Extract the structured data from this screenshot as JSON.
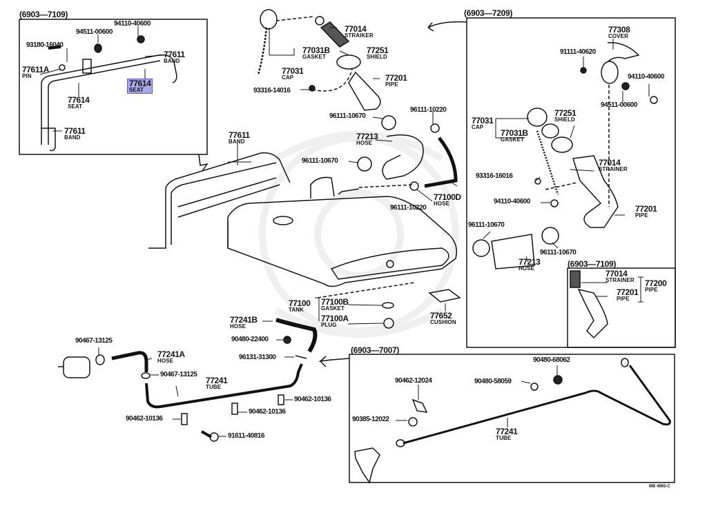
{
  "diagram": {
    "type": "exploded parts diagram",
    "subject": "Fuel tank, filler pipe and fuel tube assembly",
    "highlight_color": "#a9a9e6",
    "footer_code": "MB 4965-C"
  },
  "frames": {
    "top_left": "(6903—7109)",
    "top_right": "(6903—7209)",
    "inset_pipe": "(6903—7109)",
    "bottom_tube": "(6903—7007)"
  },
  "labels": {
    "tl_94110_40600": {
      "pn": "94110-40600"
    },
    "tl_94511_00600": {
      "pn": "94511-00600"
    },
    "tl_93180_16040": {
      "pn": "93180-16040"
    },
    "tl_77611_top": {
      "pn": "77611",
      "name": "BAND"
    },
    "tl_77611a": {
      "pn": "77611A",
      "name": "PIN"
    },
    "tl_77614_hl": {
      "pn": "77614",
      "name": "SEAT"
    },
    "tl_77614": {
      "pn": "77614",
      "name": "SEAT"
    },
    "tl_77611_bottom": {
      "pn": "77611",
      "name": "BAND"
    },
    "c_77014": {
      "pn": "77014",
      "name": "STRAIKER"
    },
    "c_77031b": {
      "pn": "77031B",
      "name": "GASKET"
    },
    "c_77251": {
      "pn": "77251",
      "name": "SHIELD"
    },
    "c_77031": {
      "pn": "77031",
      "name": "CAP"
    },
    "c_77201": {
      "pn": "77201",
      "name": "PIPE"
    },
    "c_93316_14016": {
      "pn": "93316-14016"
    },
    "c_96111_10670_a": {
      "pn": "96111-10670"
    },
    "c_96111_10220_a": {
      "pn": "96111-10220"
    },
    "c_77213": {
      "pn": "77213",
      "name": "HOSE"
    },
    "c_96111_10670_b": {
      "pn": "96111-10670"
    },
    "c_77100d": {
      "pn": "77100D",
      "name": "HOSE"
    },
    "c_96111_10220_b": {
      "pn": "96111-10220"
    },
    "c_77611_band": {
      "pn": "77611",
      "name": "BAND"
    },
    "t_77100": {
      "pn": "77100",
      "name": "TANK"
    },
    "t_77100b": {
      "pn": "77100B",
      "name": "GASKET"
    },
    "t_77100a": {
      "pn": "77100A",
      "name": "PLUG"
    },
    "t_77652": {
      "pn": "77652",
      "name": "CUSHION"
    },
    "t_77241b": {
      "pn": "77241B",
      "name": "HOSE"
    },
    "t_90480_22400": {
      "pn": "90480-22400"
    },
    "t_96131_31300": {
      "pn": "96131-31300"
    },
    "bl_90467_13125_a": {
      "pn": "90467-13125"
    },
    "bl_77241a": {
      "pn": "77241A",
      "name": "HOSE"
    },
    "bl_90467_13125_b": {
      "pn": "90467-13125"
    },
    "bl_77241": {
      "pn": "77241",
      "name": "TUBE"
    },
    "bl_90462_10136_a": {
      "pn": "90462-10136"
    },
    "bl_90462_10136_b": {
      "pn": "90462-10136"
    },
    "bl_90462_10136_c": {
      "pn": "90462-10136"
    },
    "bl_91611_40816": {
      "pn": "91611-40816"
    },
    "tr_77308": {
      "pn": "77308",
      "name": "COVER"
    },
    "tr_91111_40620": {
      "pn": "91111-40620"
    },
    "tr_94110_40600_a": {
      "pn": "94110-40600"
    },
    "tr_94511_00600": {
      "pn": "94511-00600"
    },
    "tr_77031": {
      "pn": "77031",
      "name": "CAP"
    },
    "tr_77031b": {
      "pn": "77031B",
      "name": "GASKET"
    },
    "tr_77251": {
      "pn": "77251",
      "name": "SHIELD"
    },
    "tr_77014": {
      "pn": "77014",
      "name": "STRAINER"
    },
    "tr_93316_16016": {
      "pn": "93316-16016"
    },
    "tr_94110_40600_b": {
      "pn": "94110-40600"
    },
    "tr_77201": {
      "pn": "77201",
      "name": "PIPE"
    },
    "tr_96111_10670_a": {
      "pn": "96111-10670"
    },
    "tr_96111_10670_b": {
      "pn": "96111-10670"
    },
    "tr_77213": {
      "pn": "77213",
      "name": "HOSE"
    },
    "in_77014": {
      "pn": "77014",
      "name": "STRAINER"
    },
    "in_77201": {
      "pn": "77201",
      "name": "PIPE"
    },
    "in_77200": {
      "pn": "77200",
      "name": "PIPE"
    },
    "bt_90480_68062": {
      "pn": "90480-68062"
    },
    "bt_90462_12024": {
      "pn": "90462-12024"
    },
    "bt_90480_58059": {
      "pn": "90480-58059"
    },
    "bt_90385_12022": {
      "pn": "90385-12022"
    },
    "bt_77241": {
      "pn": "77241",
      "name": "TUBE"
    }
  }
}
